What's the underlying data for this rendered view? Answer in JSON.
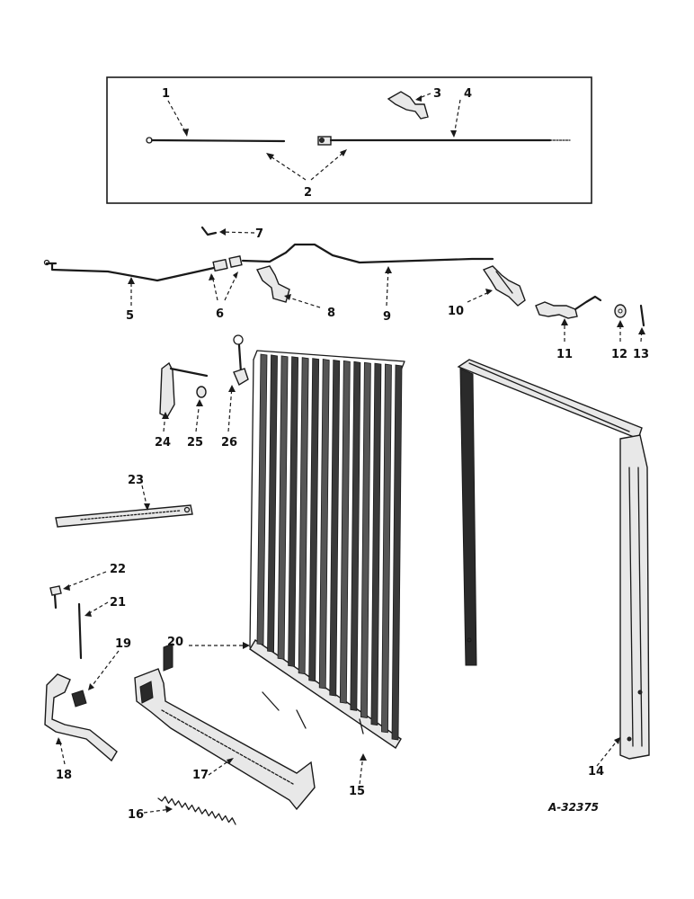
{
  "callouts": {
    "c1": "1",
    "c2": "2",
    "c3": "3",
    "c4": "4",
    "c5": "5",
    "c6": "6",
    "c7": "7",
    "c8": "8",
    "c9": "9",
    "c10": "10",
    "c11": "11",
    "c12": "12",
    "c13": "13",
    "c14": "14",
    "c15": "15",
    "c16": "16",
    "c17": "17",
    "c18": "18",
    "c19": "19",
    "c20": "20",
    "c21": "21",
    "c22": "22",
    "c23": "23",
    "c24": "24",
    "c25": "25",
    "c26": "26"
  },
  "drawing_code": "A-32375",
  "colors": {
    "ink": "#1a1a1a",
    "paper": "#ffffff"
  }
}
